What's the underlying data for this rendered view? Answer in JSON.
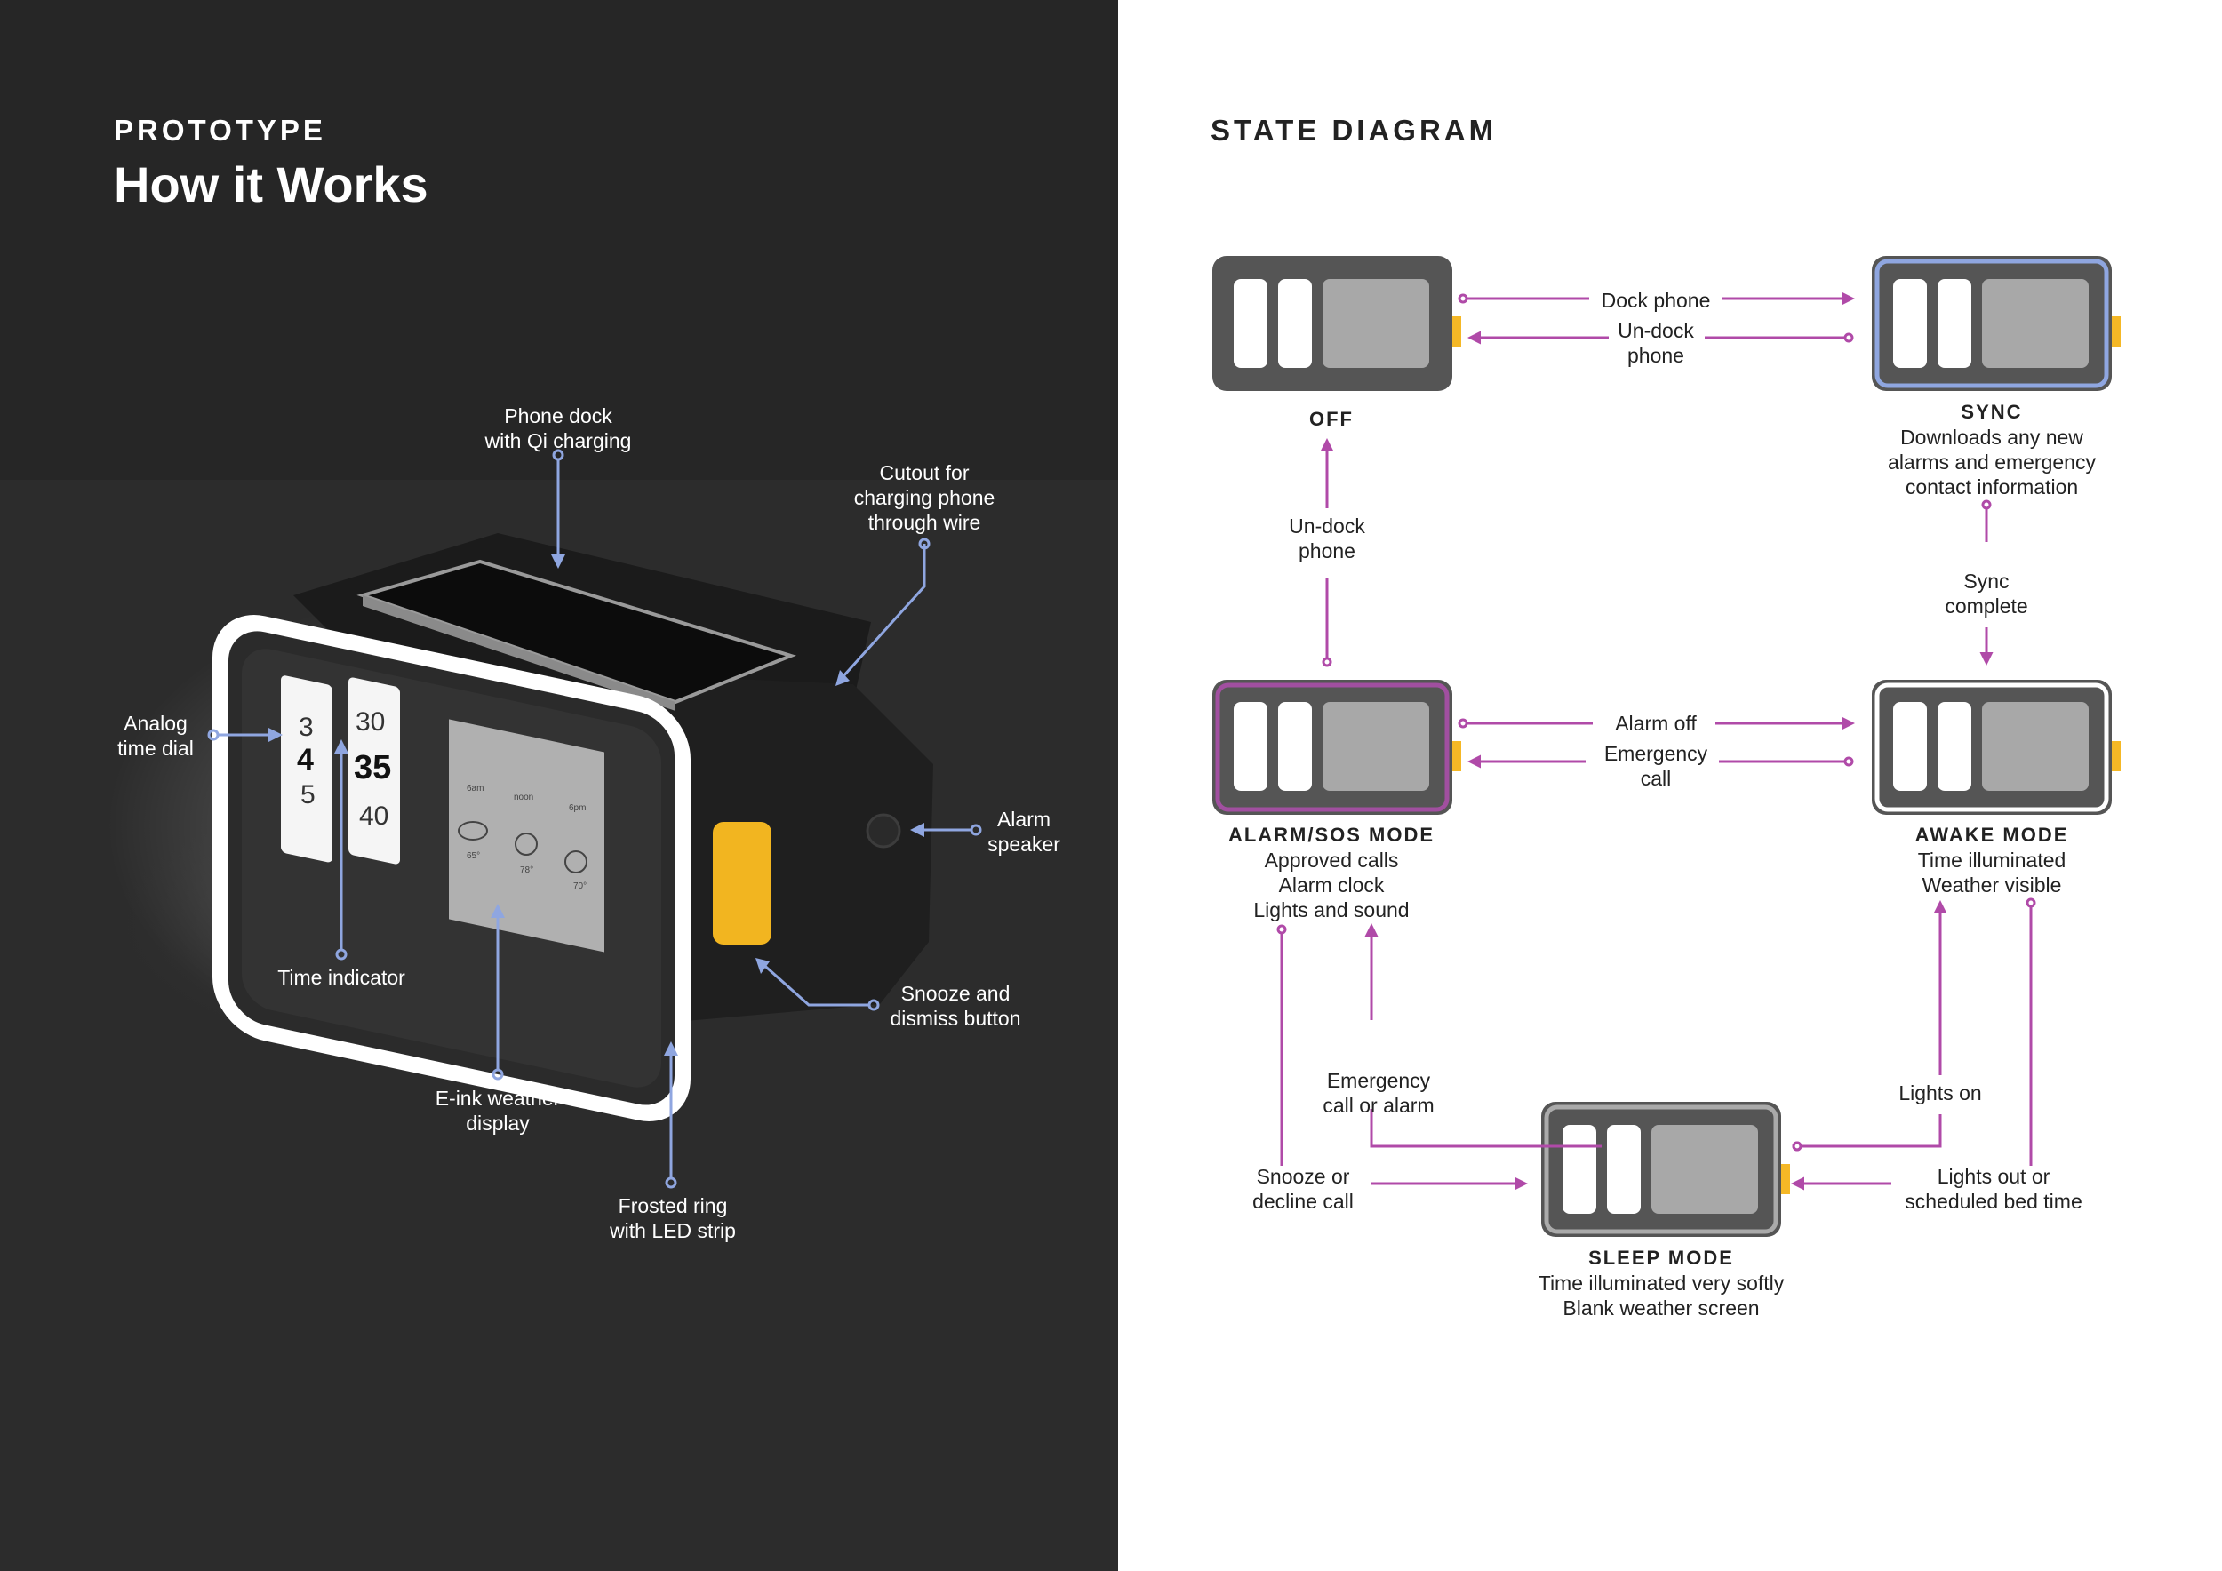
{
  "left": {
    "eyebrow": "PROTOTYPE",
    "title": "How it Works",
    "callouts": {
      "phone_dock": [
        "Phone dock",
        "with Qi charging"
      ],
      "cutout": [
        "Cutout for",
        "charging phone",
        "through wire"
      ],
      "analog_dial": [
        "Analog",
        "time dial"
      ],
      "alarm_speaker": [
        "Alarm",
        "speaker"
      ],
      "time_indicator": [
        "Time indicator"
      ],
      "snooze": [
        "Snooze and",
        "dismiss button"
      ],
      "eink": [
        "E-ink weather",
        "display"
      ],
      "frosted_ring": [
        "Frosted ring",
        "with LED strip"
      ]
    },
    "device": {
      "dial_left_digits": [
        "3",
        "4",
        "5"
      ],
      "dial_right_digits": [
        "30",
        "35",
        "40"
      ],
      "weather_times": [
        "6am",
        "noon",
        "6pm"
      ],
      "weather_temps": [
        "65°",
        "78°",
        "70°"
      ]
    }
  },
  "right": {
    "eyebrow": "STATE DIAGRAM",
    "states": {
      "off": {
        "name": "OFF",
        "desc": []
      },
      "sync": {
        "name": "SYNC",
        "desc": [
          "Downloads any new",
          "alarms and emergency",
          "contact information"
        ]
      },
      "alarm": {
        "name": "ALARM/SOS MODE",
        "desc": [
          "Approved calls",
          "Alarm clock",
          "Lights and sound"
        ]
      },
      "awake": {
        "name": "AWAKE MODE",
        "desc": [
          "Time illuminated",
          "Weather visible"
        ]
      },
      "sleep": {
        "name": "SLEEP MODE",
        "desc": [
          "Time illuminated very softly",
          "Blank weather screen"
        ]
      }
    },
    "transitions": {
      "dock_phone": [
        "Dock phone"
      ],
      "undock_top": [
        "Un-dock",
        "phone"
      ],
      "undock_left": [
        "Un-dock",
        "phone"
      ],
      "sync_complete": [
        "Sync",
        "complete"
      ],
      "alarm_off": [
        "Alarm off"
      ],
      "emergency_call": [
        "Emergency",
        "call"
      ],
      "emergency_or_alarm": [
        "Emergency",
        "call or alarm"
      ],
      "snooze_decline": [
        "Snooze or",
        "decline call"
      ],
      "lights_on": [
        "Lights on"
      ],
      "lights_out": [
        "Lights out or",
        "scheduled bed time"
      ]
    },
    "colors": {
      "arrow": "#b04aa8",
      "sync_border": "#8fa6e0",
      "alarm_border": "#a14fa0",
      "button": "#f5b826"
    }
  }
}
